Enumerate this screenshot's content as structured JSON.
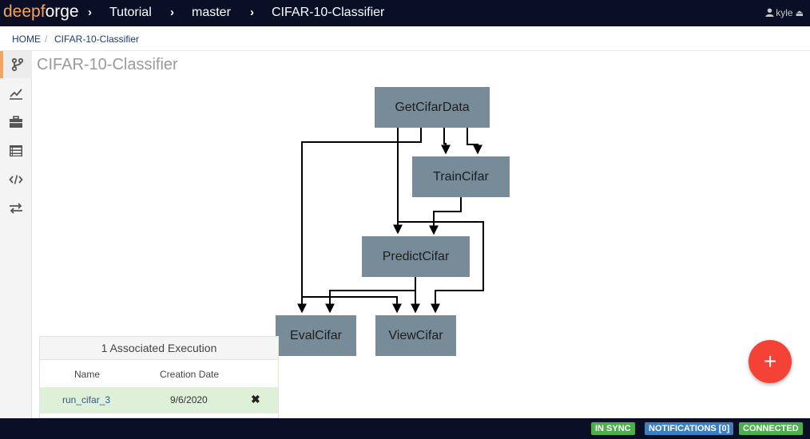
{
  "app": {
    "logo_part1": "deepf",
    "logo_o": "o",
    "logo_part2": "rge"
  },
  "nav": {
    "crumbs": [
      "Tutorial",
      "master",
      "CIFAR-10-Classifier"
    ],
    "user": "kyle"
  },
  "breadcrumb": {
    "home": "HOME",
    "project": "CIFAR-10-Classifier"
  },
  "sidebar": {
    "items": [
      {
        "icon": "branch-icon",
        "active": true
      },
      {
        "icon": "chart-line-icon",
        "active": false
      },
      {
        "icon": "briefcase-icon",
        "active": false
      },
      {
        "icon": "table-icon",
        "active": false
      },
      {
        "icon": "code-icon",
        "active": false
      },
      {
        "icon": "exchange-icon",
        "active": false
      }
    ]
  },
  "page": {
    "title": "CIFAR-10-Classifier"
  },
  "pipeline": {
    "nodes": [
      "GetCifarData",
      "TrainCifar",
      "PredictCifar",
      "EvalCifar",
      "ViewCifar"
    ]
  },
  "executions": {
    "header": "1 Associated Execution",
    "col_name": "Name",
    "col_date": "Creation Date",
    "rows": [
      {
        "name": "run_cifar_3",
        "date": "9/6/2020",
        "delete": "✖"
      }
    ]
  },
  "fab": {
    "label": "+"
  },
  "status": {
    "sync": "IN SYNC",
    "notifications": "NOTIFICATIONS [0]",
    "connected": "CONNECTED"
  },
  "colors": {
    "nav_bg": "#0b0f26",
    "accent": "#f5a35a",
    "node_bg": "#778c98",
    "fab": "#f44336"
  }
}
